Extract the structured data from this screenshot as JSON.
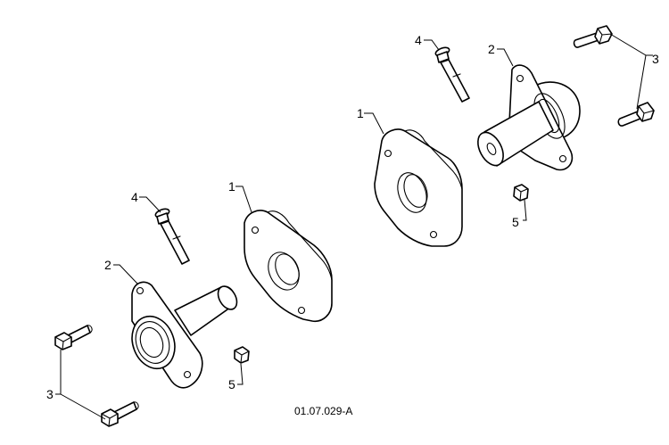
{
  "diagram": {
    "drawing_code": "01.07.029-A",
    "callouts": {
      "spacer": "1",
      "bearing_flange": "2",
      "flange_bolt": "3",
      "long_bolt": "4",
      "nut": "5"
    },
    "colors": {
      "line": "#000000",
      "background": "#ffffff"
    }
  }
}
